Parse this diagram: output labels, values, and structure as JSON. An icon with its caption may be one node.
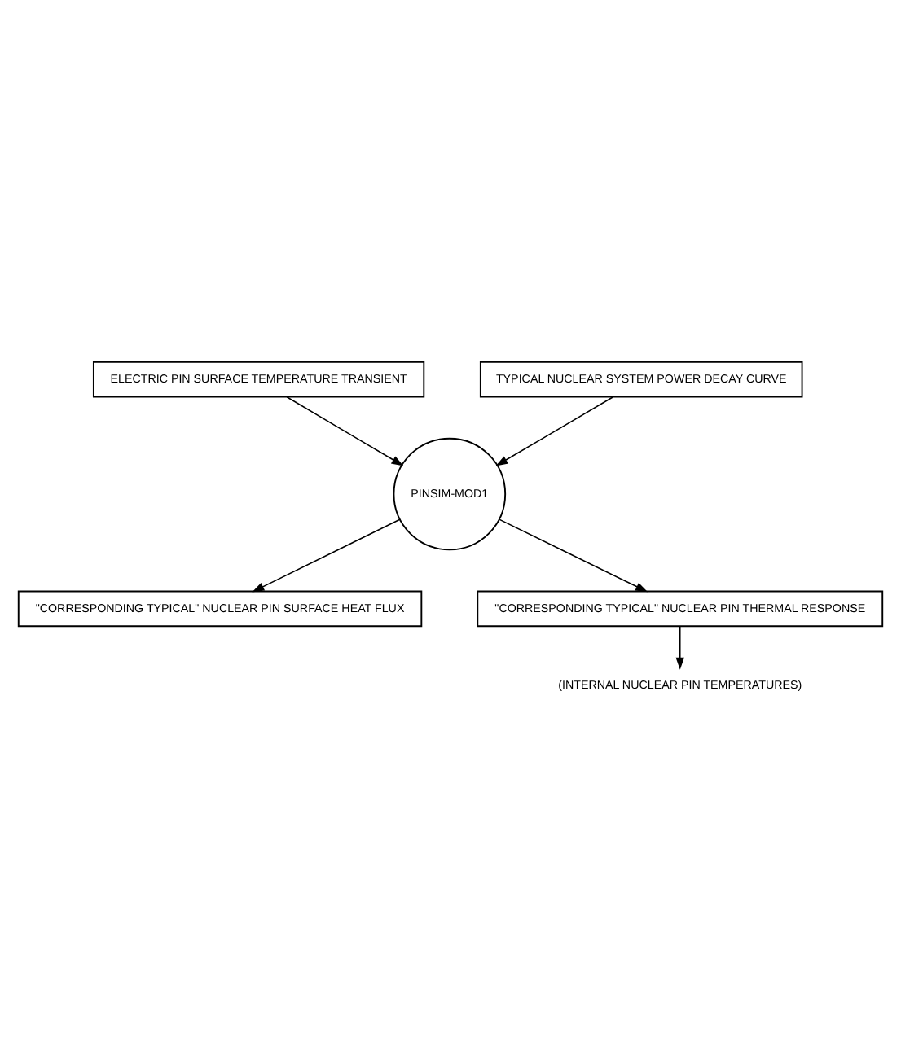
{
  "diagram": {
    "nodes": [
      {
        "text": [
          "ELECTRIC PIN SURFACE TEMPERATURE TRANSIENT"
        ]
      },
      {
        "text": [
          "TYPICAL NUCLEAR SYSTEM POWER DECAY CURVE"
        ]
      },
      {
        "text": [
          "PINSIM-MOD1"
        ]
      },
      {
        "text": [
          "\"CORRESPONDING TYPICAL\" NUCLEAR PIN SURFACE HEAT FLUX"
        ]
      },
      {
        "text": [
          "\"CORRESPONDING TYPICAL\" NUCLEAR PIN THERMAL RESPONSE"
        ]
      },
      {
        "text": [
          "(INTERNAL NUCLEAR PIN TEMPERATURES)"
        ]
      }
    ],
    "edges": [
      {
        "from": 0,
        "to": 2,
        "arrow": "to"
      },
      {
        "from": 1,
        "to": 2,
        "arrow": "to"
      },
      {
        "from": 2,
        "to": 3,
        "arrow": "to"
      },
      {
        "from": 2,
        "to": 4,
        "arrow": "to"
      },
      {
        "from": 4,
        "to": 5,
        "arrow": "to"
      }
    ]
  }
}
